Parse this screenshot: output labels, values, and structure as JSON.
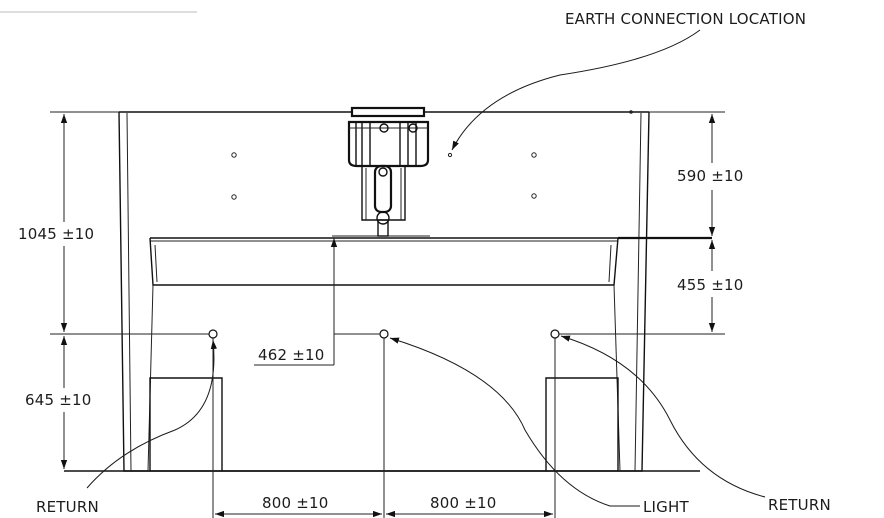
{
  "labels": {
    "earth": "EARTH CONNECTION LOCATION",
    "return_left": "RETURN",
    "return_right": "RETURN",
    "light": "LIGHT"
  },
  "dimensions": {
    "overall_height": "1045 ±10",
    "top_section": "590 ±10",
    "middle_section": "455 ±10",
    "port_height": "645 ±10",
    "light_offset": "462 ±10",
    "spacing_left": "800 ±10",
    "spacing_right": "800 ±10"
  }
}
